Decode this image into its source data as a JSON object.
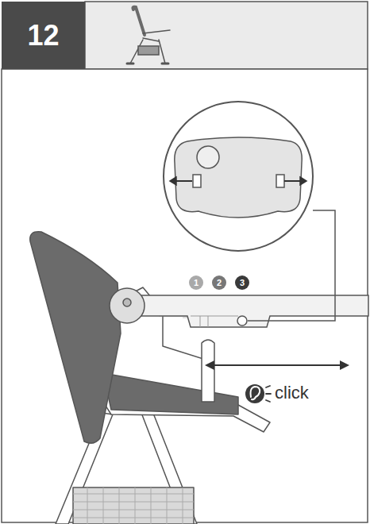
{
  "diagram": {
    "nodes": [
      {
        "text": [
          "12"
        ]
      },
      {
        "text": [
          "1"
        ]
      },
      {
        "text": [
          "2"
        ]
      },
      {
        "text": [
          "3"
        ]
      }
    ],
    "labels": [
      "click"
    ]
  }
}
